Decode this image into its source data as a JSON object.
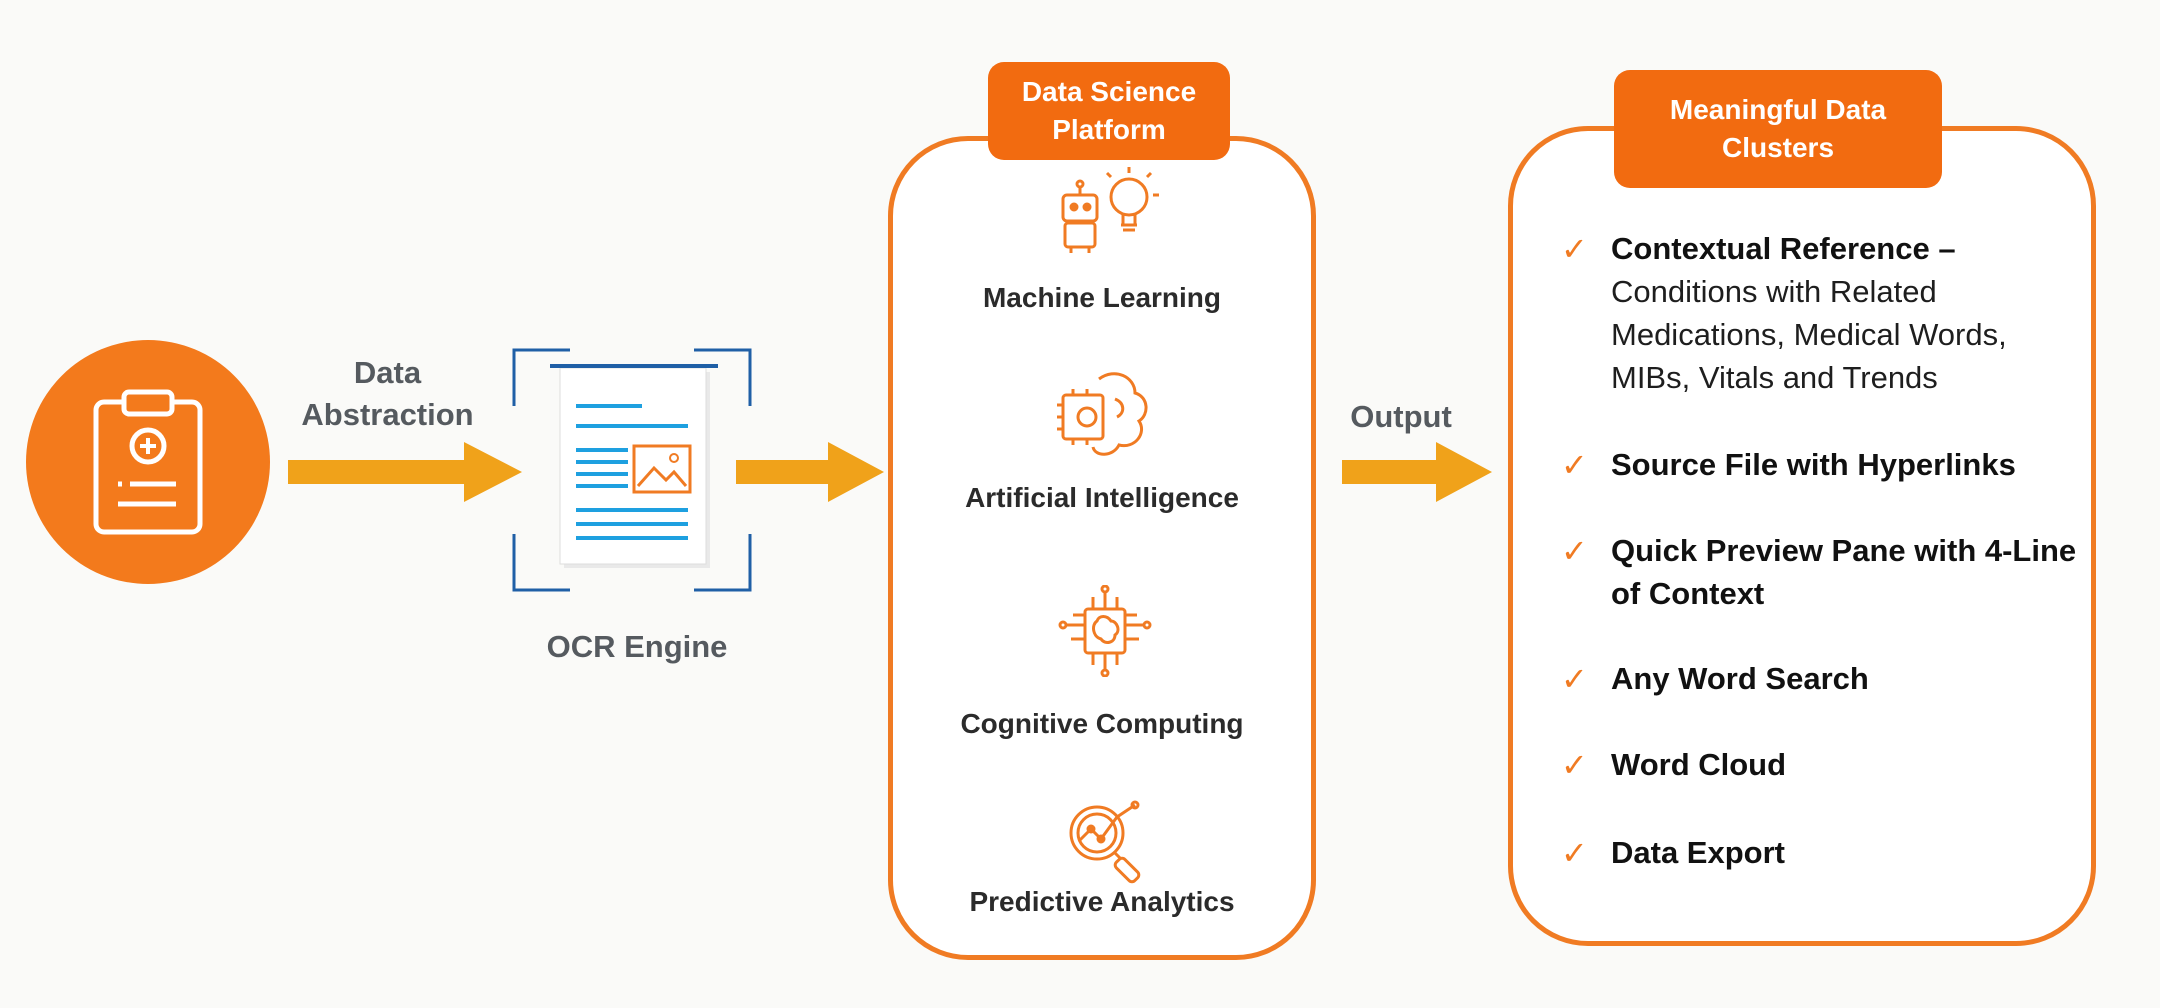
{
  "source": {
    "icon": "clipboard-medical-icon"
  },
  "arrows": {
    "color": "#f0a21a"
  },
  "labels": {
    "data_abstraction_line1": "Data",
    "data_abstraction_line2": "Abstraction",
    "ocr_engine": "OCR Engine",
    "output": "Output"
  },
  "platform": {
    "title_line1": "Data Science",
    "title_line2": "Platform",
    "items": [
      {
        "label": "Machine Learning",
        "icon": "robot-lightbulb-icon"
      },
      {
        "label": "Artificial Intelligence",
        "icon": "brain-chip-icon"
      },
      {
        "label": "Cognitive Computing",
        "icon": "circuit-brain-icon"
      },
      {
        "label": "Predictive Analytics",
        "icon": "magnifier-chart-icon"
      }
    ]
  },
  "clusters": {
    "title_line1": "Meaningful Data",
    "title_line2": "Clusters",
    "items": [
      {
        "title": "Contextual Reference –",
        "detail_line1": "Conditions with Related",
        "detail_line2": "Medications, Medical Words,",
        "detail_line3": "MIBs, Vitals and Trends"
      },
      {
        "title": "Source File with Hyperlinks"
      },
      {
        "title_line1": "Quick Preview Pane with 4-Line",
        "title_line2": "of Context"
      },
      {
        "title": "Any Word Search"
      },
      {
        "title": "Word Cloud"
      },
      {
        "title": "Data Export"
      }
    ]
  },
  "colors": {
    "accent": "#f07b23",
    "tag": "#f26b10",
    "arrow": "#f0a21a",
    "ocr_frame": "#1f5fa6",
    "ocr_lines": "#1ea0e0"
  }
}
